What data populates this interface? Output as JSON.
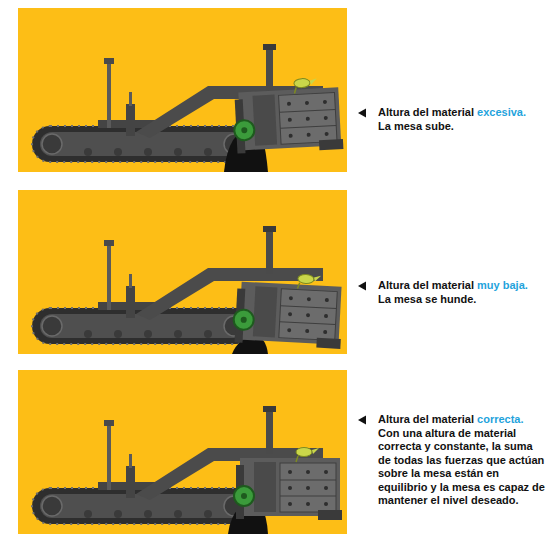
{
  "diagram": {
    "labels": [
      "Altura del material",
      "excesiva.",
      "La mesa sube.",
      "Altura del material",
      "muy baja.",
      "La mesa se hunde.",
      "Altura del material",
      "correcta.",
      "Con una altura de material correcta y constante, la suma de todas las fuerzas que actúan sobre la mesa están en equilibrio y la mesa es capaz de mantener el nivel deseado."
    ]
  }
}
